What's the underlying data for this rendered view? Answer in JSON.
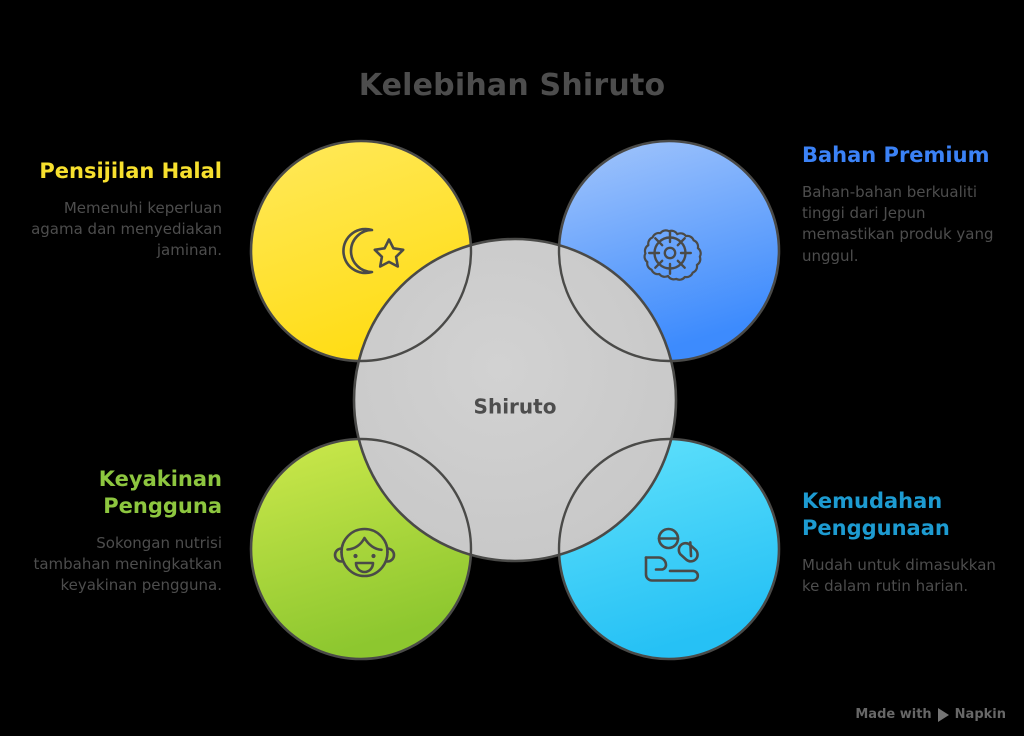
{
  "page": {
    "title": "Kelebihan Shiruto",
    "background_color": "#000000",
    "title_color": "#4d4d4d"
  },
  "center": {
    "label": "Shiruto",
    "fill_color": "#cccccc",
    "text_color": "#4d4d4d"
  },
  "stroke_color": "#4a4a48",
  "quadrants": [
    {
      "key": "halal",
      "title": "Pensijilan Halal",
      "body": "Memenuhi keperluan agama dan menyediakan jaminan.",
      "title_color": "#f7e02e",
      "circle_color_from": "#ffe95c",
      "circle_color_to": "#ffe01f",
      "icon": "crescent-moon-star-icon",
      "position": "top-left"
    },
    {
      "key": "premium",
      "title": "Bahan Premium",
      "body": "Bahan-bahan berkualiti tinggi dari Jepun memastikan produk yang unggul.",
      "title_color": "#3b82f6",
      "circle_color_from": "#9dc2fb",
      "circle_color_to": "#3d8bfd",
      "icon": "rosette-badge-icon",
      "position": "top-right"
    },
    {
      "key": "keyakinan",
      "title": "Keyakinan Pengguna",
      "body": "Sokongan nutrisi tambahan meningkatkan keyakinan pengguna.",
      "title_color": "#8dc63f",
      "circle_color_from": "#cbe84a",
      "circle_color_to": "#92c933",
      "icon": "smiling-face-icon",
      "position": "bottom-left"
    },
    {
      "key": "kemudahan",
      "title": "Kemudahan Penggunaan",
      "body": "Mudah untuk dimasukkan ke dalam rutin harian.",
      "title_color": "#1d9bd1",
      "circle_color_from": "#5ee0fb",
      "circle_color_to": "#2ec4f5",
      "icon": "hand-with-pills-icon",
      "position": "bottom-right"
    }
  ],
  "watermark": {
    "prefix": "Made with",
    "brand": "Napkin"
  }
}
